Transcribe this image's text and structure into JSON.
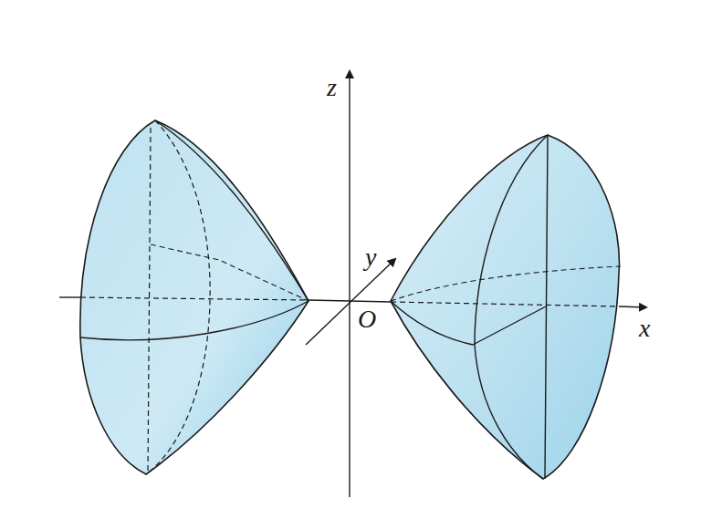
{
  "diagram": {
    "labels": [
      "z",
      "y",
      "O",
      "x"
    ]
  }
}
